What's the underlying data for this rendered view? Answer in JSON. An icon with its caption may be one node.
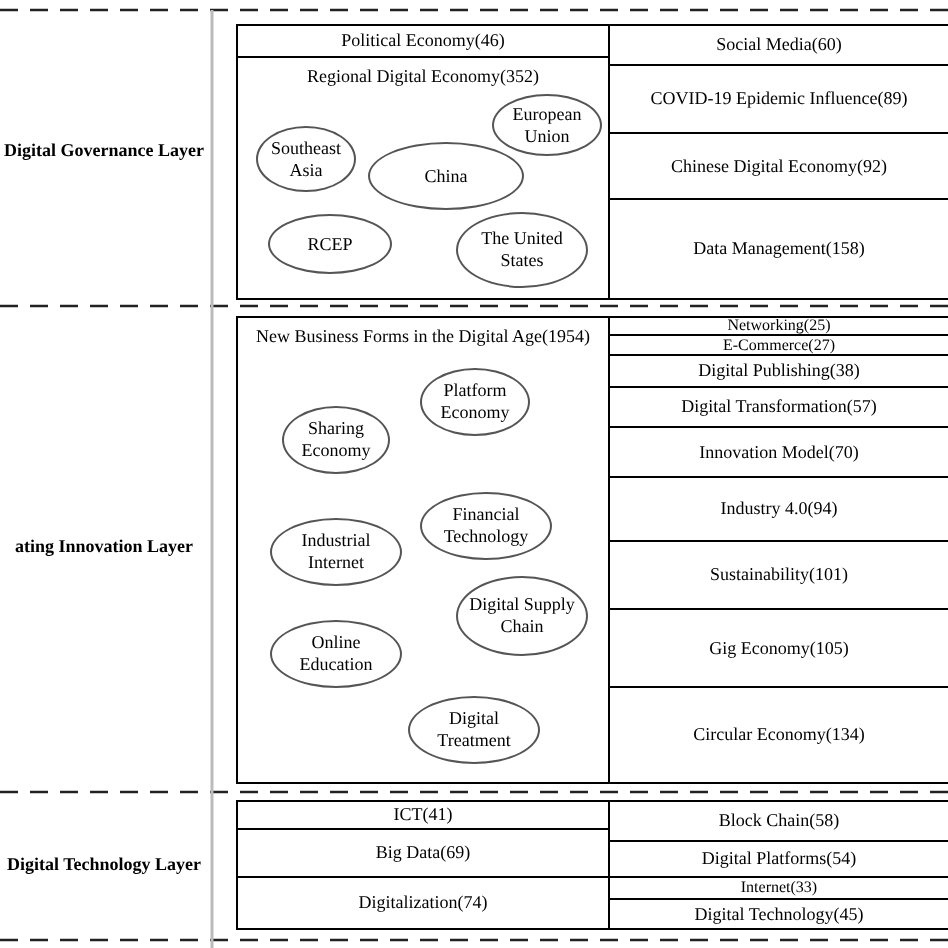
{
  "diagram": {
    "nodes": [
      {
        "text": [
          "Political Economy(46)"
        ]
      },
      {
        "text": [
          "Regional Digital Economy(352)"
        ]
      },
      {
        "text": [
          "European Union"
        ],
        "in": 1
      },
      {
        "text": [
          "Southeast Asia"
        ],
        "in": 1
      },
      {
        "text": [
          "China"
        ],
        "in": 1
      },
      {
        "text": [
          "RCEP"
        ],
        "in": 1
      },
      {
        "text": [
          "The United States"
        ],
        "in": 1
      },
      {
        "text": [
          "Social Media(60)"
        ]
      },
      {
        "text": [
          "COVID-19 Epidemic Influence(89)"
        ]
      },
      {
        "text": [
          "Chinese Digital Economy(92)"
        ]
      },
      {
        "text": [
          "Data Management(158)"
        ]
      },
      {
        "text": [
          "New Business Forms in the Digital Age(1954)"
        ]
      },
      {
        "text": [
          "Platform Economy"
        ],
        "in": 11
      },
      {
        "text": [
          "Sharing Economy"
        ],
        "in": 11
      },
      {
        "text": [
          "Financial Technology"
        ],
        "in": 11
      },
      {
        "text": [
          "Industrial Internet"
        ],
        "in": 11
      },
      {
        "text": [
          "Digital Supply Chain"
        ],
        "in": 11
      },
      {
        "text": [
          "Online Education"
        ],
        "in": 11
      },
      {
        "text": [
          "Digital Treatment"
        ],
        "in": 11
      },
      {
        "text": [
          "Networking(25)"
        ]
      },
      {
        "text": [
          "E-Commerce(27)"
        ]
      },
      {
        "text": [
          "Digital Publishing(38)"
        ]
      },
      {
        "text": [
          "Digital Transformation(57)"
        ]
      },
      {
        "text": [
          "Innovation Model(70)"
        ]
      },
      {
        "text": [
          "Industry 4.0(94)"
        ]
      },
      {
        "text": [
          "Sustainability(101)"
        ]
      },
      {
        "text": [
          "Gig Economy(105)"
        ]
      },
      {
        "text": [
          "Circular Economy(134)"
        ]
      },
      {
        "text": [
          "ICT(41)"
        ]
      },
      {
        "text": [
          "Big Data(69)"
        ]
      },
      {
        "text": [
          "Digitalization(74)"
        ]
      },
      {
        "text": [
          "Block Chain(58)"
        ]
      },
      {
        "text": [
          "Digital Platforms(54)"
        ]
      },
      {
        "text": [
          "Internet(33)"
        ]
      },
      {
        "text": [
          "Digital Technology(45)"
        ]
      }
    ],
    "labels": [
      "Digital Governance Layer",
      "ating Innovation Layer",
      "Digital Technology Layer"
    ]
  }
}
